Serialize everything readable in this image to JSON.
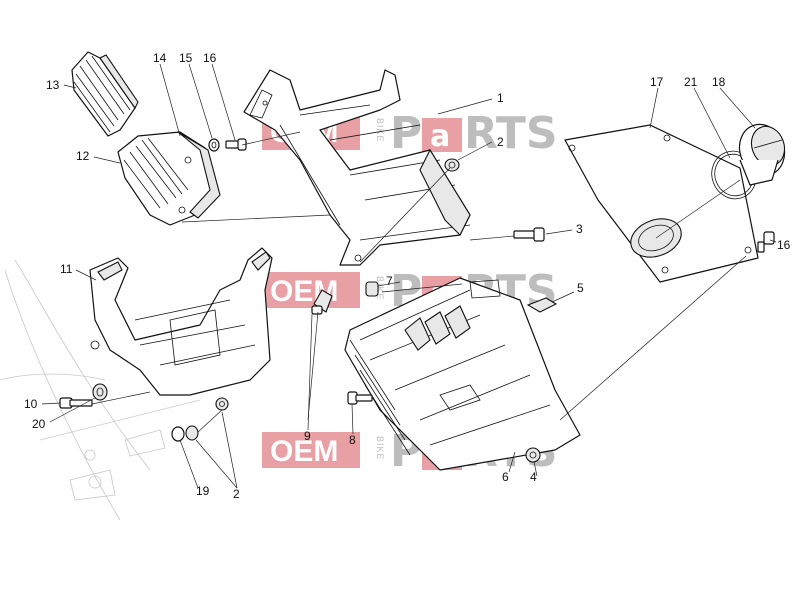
{
  "watermark": {
    "oem": "OEM",
    "bike": "BIKE",
    "parts_p": "P",
    "parts_a": "a",
    "parts_rts": "RTS",
    "brand_color": "#e8a0a5",
    "gray_color": "#bdbdbd"
  },
  "callouts": [
    "1",
    "2",
    "3",
    "4",
    "5",
    "6",
    "7",
    "8",
    "9",
    "10",
    "11",
    "12",
    "13",
    "14",
    "15",
    "16",
    "16",
    "17",
    "18",
    "19",
    "2",
    "20",
    "21"
  ],
  "parts": {
    "p1": "1",
    "p2_top": "2",
    "p3": "3",
    "p4": "4",
    "p5": "5",
    "p6": "6",
    "p7": "7",
    "p8": "8",
    "p9": "9",
    "p10": "10",
    "p11": "11",
    "p12": "12",
    "p13": "13",
    "p14": "14",
    "p15": "15",
    "p16_left": "16",
    "p16_right": "16",
    "p17": "17",
    "p18": "18",
    "p19": "19",
    "p2_bottom": "2",
    "p20": "20",
    "p21": "21"
  }
}
